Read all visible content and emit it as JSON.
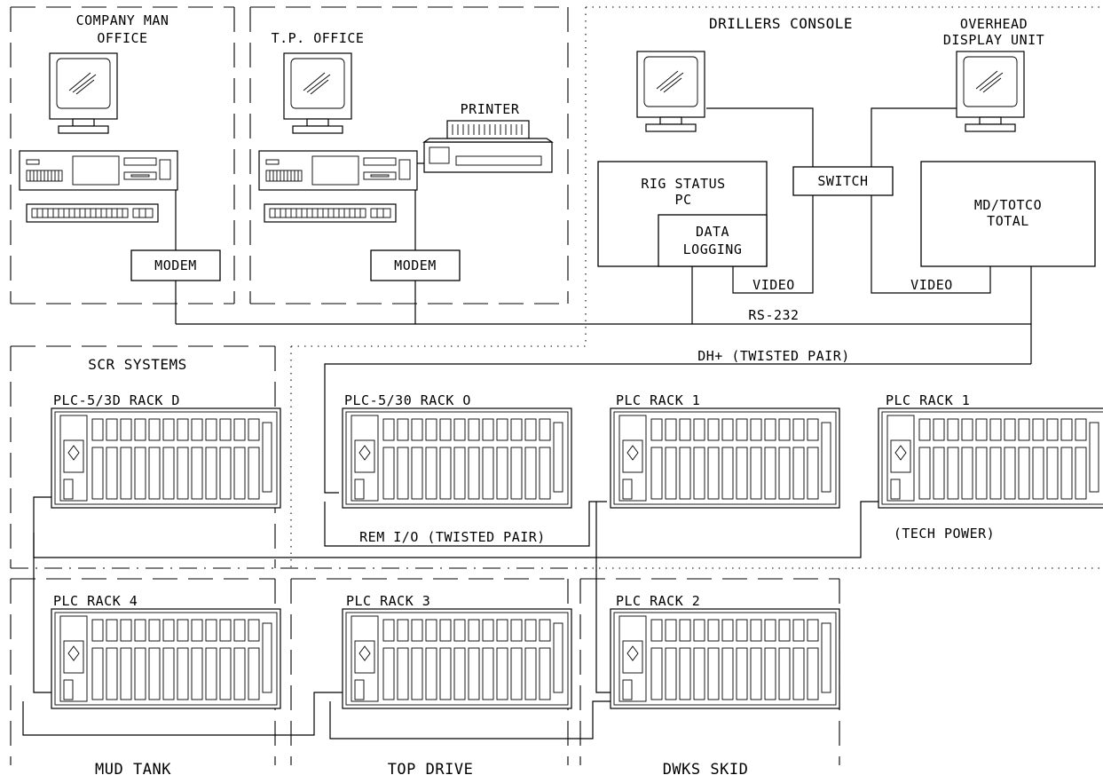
{
  "diagram": {
    "zones": {
      "company_man_office": [
        "COMPANY MAN",
        "OFFICE"
      ],
      "tp_office": "T.P. OFFICE",
      "drillers_console": "DRILLERS CONSOLE",
      "overhead_display": [
        "OVERHEAD",
        "DISPLAY UNIT"
      ],
      "scr_systems": "SCR SYSTEMS",
      "mud_tank": "MUD TANK",
      "top_drive": "TOP DRIVE",
      "dwks_skid": "DWKS SKID"
    },
    "devices": {
      "printer": "PRINTER",
      "modem_1": "MODEM",
      "modem_2": "MODEM",
      "rig_status_pc": [
        "RIG STATUS",
        "PC"
      ],
      "data_logging": [
        "DATA",
        "LOGGING"
      ],
      "switch": "SWITCH",
      "md_totco": [
        "MD/TOTCO",
        "TOTAL"
      ]
    },
    "racks": {
      "scr_rack0": "PLC-5/3D RACK D",
      "main_rack0": "PLC-5/30 RACK O",
      "rack1_a": "PLC RACK 1",
      "rack1_b": "PLC RACK 1",
      "rack4": "PLC RACK 4",
      "rack3": "PLC RACK 3",
      "rack2": "PLC RACK 2"
    },
    "links": {
      "video_1": "VIDEO",
      "video_2": "VIDEO",
      "rs232": "RS-232",
      "dh_plus": "DH+ (TWISTED PAIR)",
      "rem_io": "REM I/O (TWISTED PAIR)",
      "tech_power": "(TECH POWER)"
    }
  }
}
